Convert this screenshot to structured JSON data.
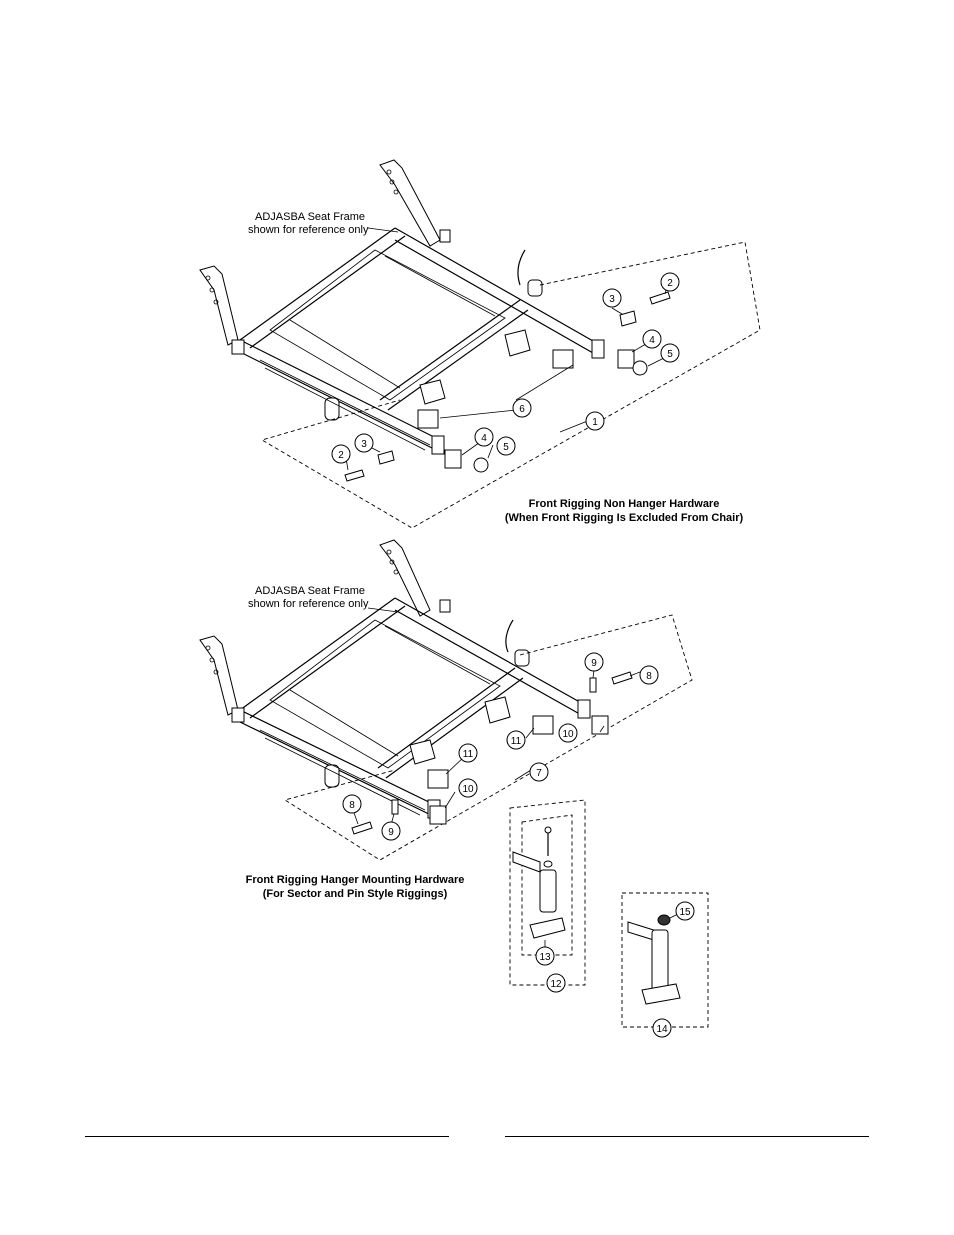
{
  "top_diagram": {
    "reference_label_line1": "ADJASBA Seat Frame",
    "reference_label_line2": "shown for reference only",
    "caption_line1": "Front Rigging Non Hanger Hardware",
    "caption_line2": "(When Front Rigging Is Excluded From Chair)",
    "callouts": [
      "1",
      "2",
      "2",
      "3",
      "3",
      "4",
      "4",
      "5",
      "5",
      "6"
    ]
  },
  "bottom_diagram": {
    "reference_label_line1": "ADJASBA Seat Frame",
    "reference_label_line2": "shown for reference only",
    "caption_line1": "Front Rigging Hanger Mounting Hardware",
    "caption_line2": "(For Sector and Pin Style Riggings)",
    "callouts": [
      "7",
      "8",
      "8",
      "9",
      "9",
      "10",
      "10",
      "11",
      "11"
    ]
  },
  "hanger_kits": {
    "callouts": [
      "12",
      "13",
      "14",
      "15"
    ]
  },
  "colors": {
    "line": "#000000",
    "background": "#ffffff"
  }
}
